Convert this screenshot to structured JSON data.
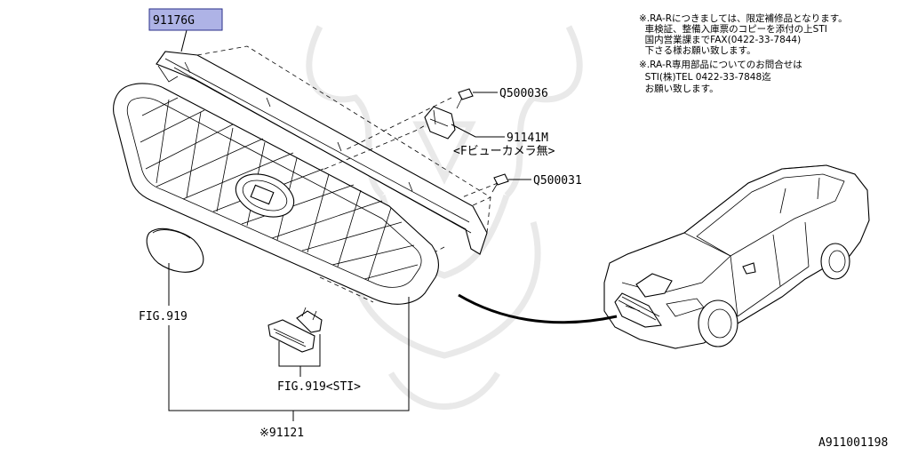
{
  "callouts": {
    "grille_assembly": "91176G",
    "bolt_upper": "Q500036",
    "bracket": "91141M",
    "bracket_note": "<Fビューカメラ無>",
    "bolt_lower": "Q500031",
    "fig_ref": "FIG.919",
    "fig_ref_sti": "FIG.919<STI>",
    "kit": "※91121"
  },
  "notes": [
    "※.RA-Rにつきましては、限定補修品となります。",
    "  車検証、整備入庫票のコピーを添付の上STI",
    "  国内営業課までFAX(0422-33-7844)",
    "  下さる様お願い致します。",
    "※.RA-R専用部品についてのお問合せは",
    "  STI(株)TEL 0422-33-7848迄",
    "  お願い致します。"
  ],
  "diagram_id": "A911001198",
  "colors": {
    "highlight_fill": "#aeb3e6",
    "highlight_border": "#2a2f8a",
    "line": "#000000",
    "watermark": "#e9e9e9"
  }
}
